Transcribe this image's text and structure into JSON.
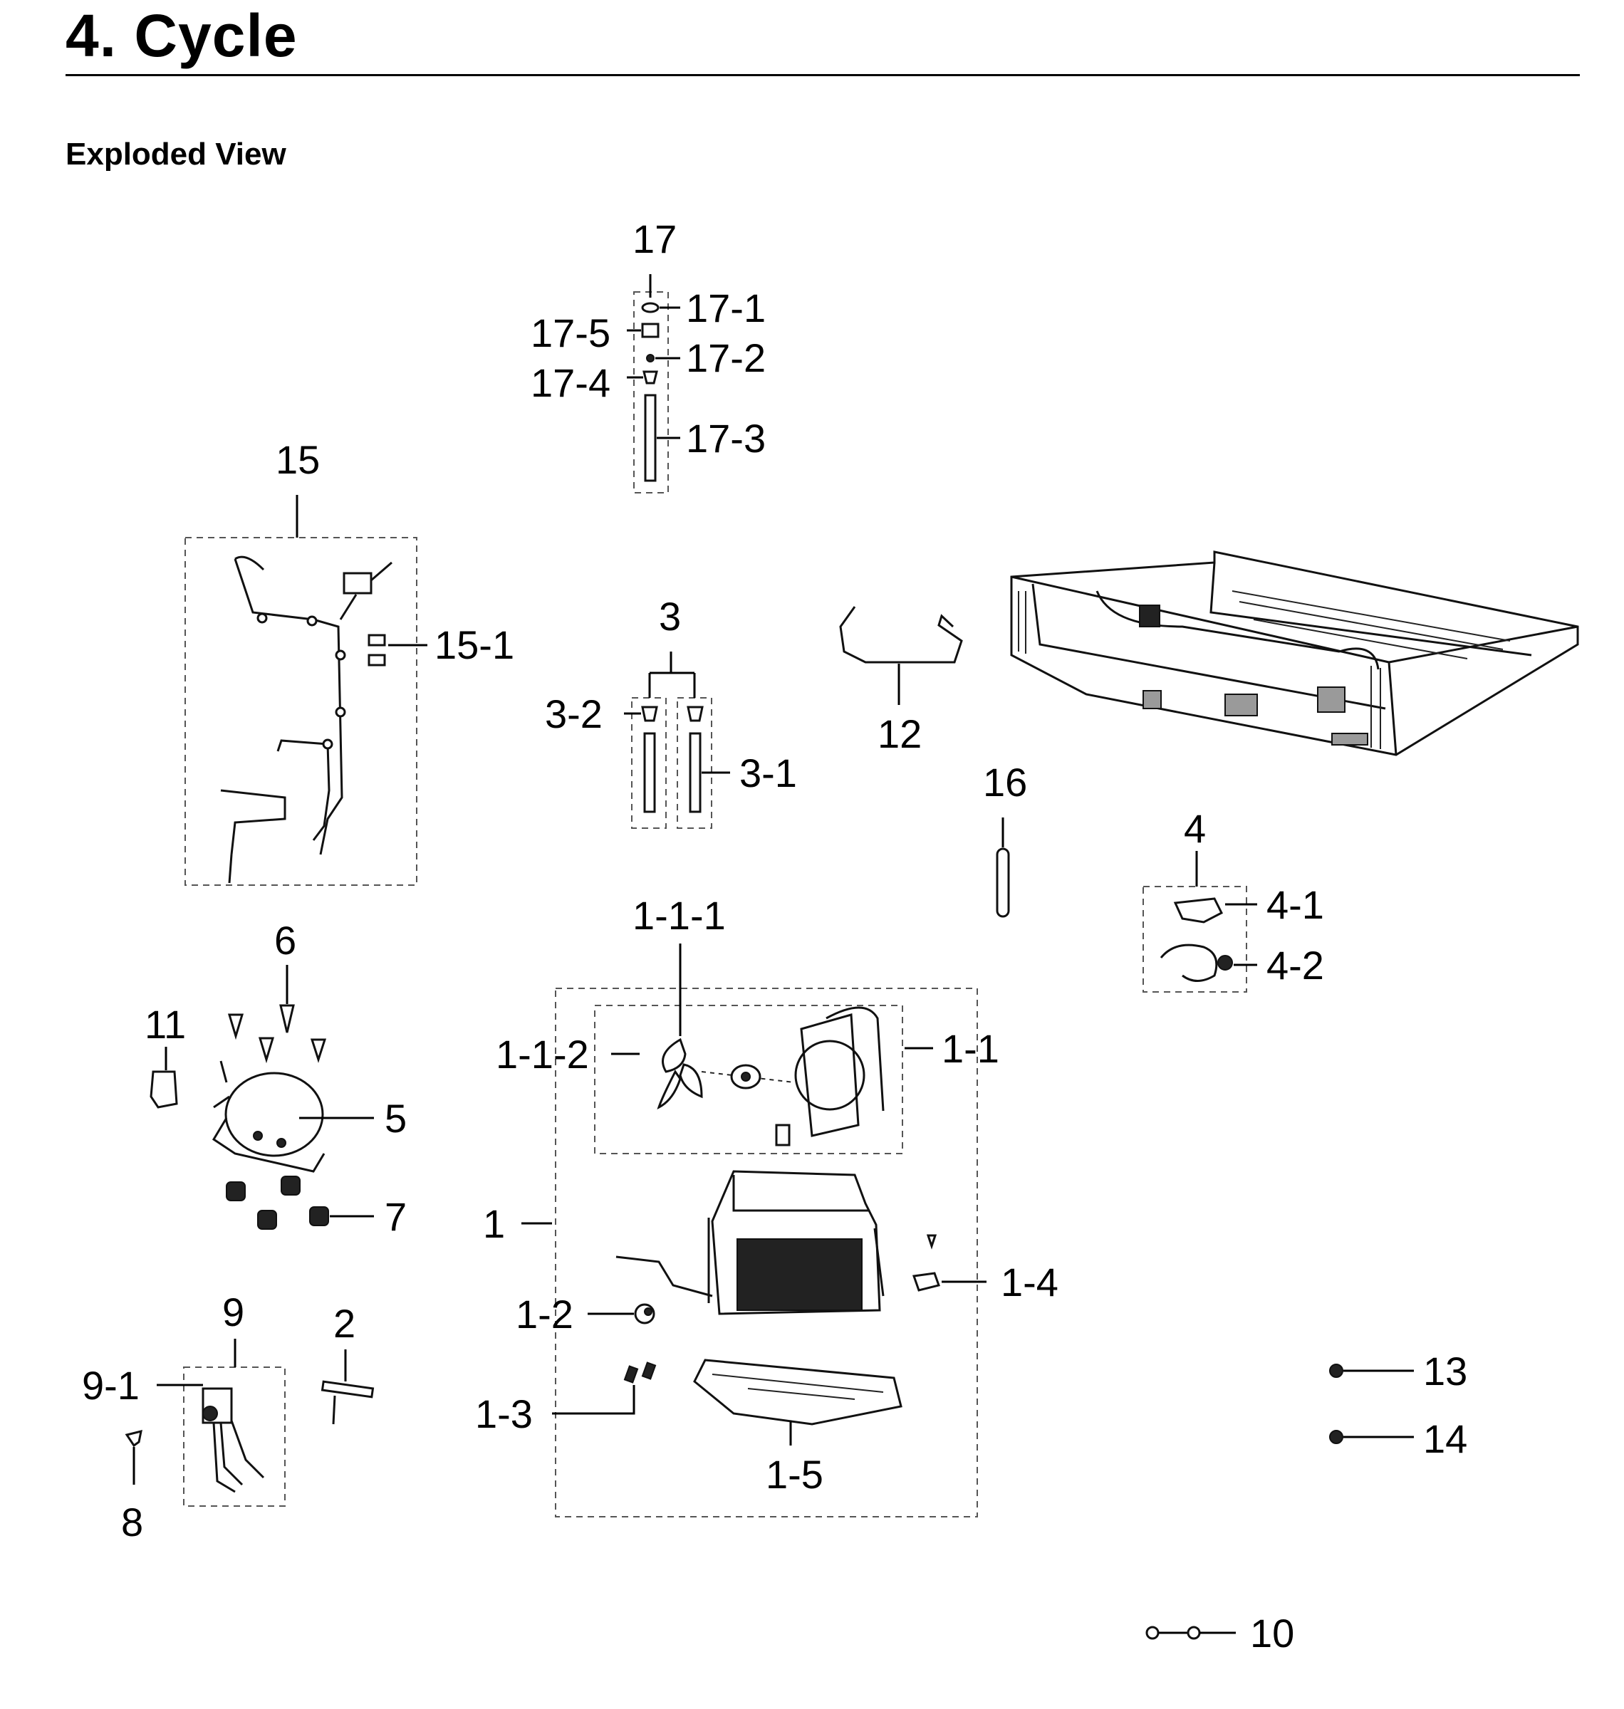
{
  "page": {
    "title": "4.  Cycle",
    "subtitle": "Exploded View"
  },
  "callouts": {
    "c17": "17",
    "c17_1": "17-1",
    "c17_2": "17-2",
    "c17_3": "17-3",
    "c17_4": "17-4",
    "c17_5": "17-5",
    "c15": "15",
    "c15_1": "15-1",
    "c3": "3",
    "c3_1": "3-1",
    "c3_2": "3-2",
    "c12": "12",
    "c16": "16",
    "c4": "4",
    "c4_1": "4-1",
    "c4_2": "4-2",
    "c6": "6",
    "c11": "11",
    "c5": "5",
    "c7": "7",
    "c1_1_1": "1-1-1",
    "c1_1_2": "1-1-2",
    "c1_1": "1-1",
    "c1": "1",
    "c1_2": "1-2",
    "c1_3": "1-3",
    "c1_4": "1-4",
    "c1_5": "1-5",
    "c9": "9",
    "c9_1": "9-1",
    "c8": "8",
    "c2": "2",
    "c13": "13",
    "c14": "14",
    "c10": "10"
  }
}
